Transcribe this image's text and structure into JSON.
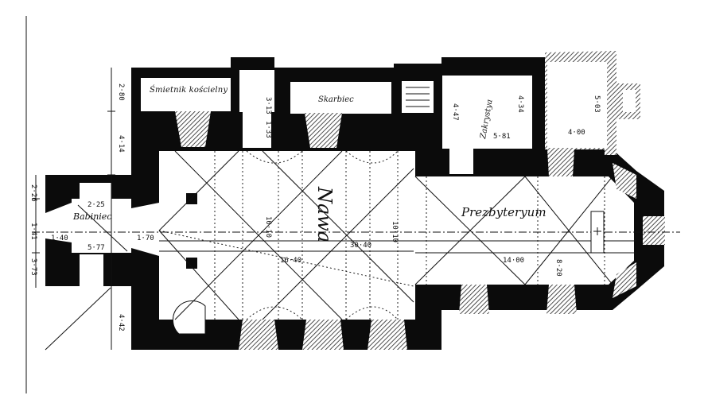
{
  "plan": {
    "rooms": {
      "storeroom": "Śmietnik kościelny",
      "treasury": "Skarbiec",
      "sacristy": "Zakrystya",
      "porch": "Babiniec",
      "nave": "Nawa",
      "chancel": "Prezbyteryum"
    },
    "dimensions": {
      "left_top": "2·80",
      "left_mid": "4·14",
      "porch_outer_1": "2·26",
      "porch_outer_2": "1·41",
      "porch_outer_3": "3·73",
      "porch_lower": "4·42",
      "porch_width": "5·77",
      "porch_top": "2·25",
      "porch_door": "1·40",
      "nave_door": "1·70",
      "nave_length": "30·40",
      "nave_diag": "16·40",
      "nave_width": "10·10",
      "nave_right": "10·10",
      "chancel_length": "14·00",
      "chancel_width": "8·20",
      "tower_top": "3·13",
      "tower_bottom": "1·33",
      "sacristy_width": "5·81",
      "sacristy_left": "4·47",
      "sacristy_right": "4·34",
      "room_width": "4·00",
      "room_height": "5·03"
    },
    "colors": {
      "ink": "#0b0b0b",
      "paper": "#ffffff"
    }
  }
}
